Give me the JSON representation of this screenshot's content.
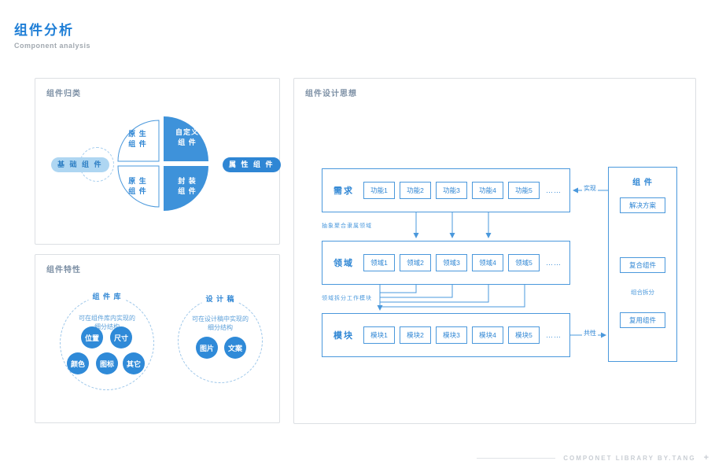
{
  "colors": {
    "primary_blue": "#2f86d4",
    "pie_fill": "#3e92da",
    "line_blue": "#4a98dc",
    "light_pill_bg": "#aed6f2",
    "panel_title_gray": "#7d90a5",
    "footer_gray": "#c9ced4"
  },
  "page": {
    "title": "组件分析",
    "subtitle": "Component analysis"
  },
  "classification": {
    "panel_title": "组件归类",
    "pie": {
      "top_left": "原 生\n组 件",
      "top_right": "自定义\n组 件",
      "bottom_left": "原 生\n组 件",
      "bottom_right": "封 装\n组 件"
    },
    "base_label": "基 础 组 件",
    "attr_label": "属 性 组 件"
  },
  "features": {
    "panel_title": "组件特性",
    "library": {
      "label": "组 件 库",
      "desc": "可在组件库内实现的\n细分结构",
      "chips": [
        "位置",
        "尺寸",
        "颜色",
        "图标",
        "其它"
      ]
    },
    "draft": {
      "label": "设 计 稿",
      "desc": "可在设计稿中实现的\n细分结构",
      "chips": [
        "图片",
        "文案"
      ]
    }
  },
  "design": {
    "panel_title": "组件设计思想",
    "rows": [
      {
        "label": "需求",
        "items": [
          "功能1",
          "功能2",
          "功能3",
          "功能4",
          "功能5"
        ],
        "ellipsis": "……"
      },
      {
        "label": "领域",
        "items": [
          "领域1",
          "领域2",
          "领域3",
          "领域4",
          "领域5"
        ],
        "ellipsis": "……"
      },
      {
        "label": "模块",
        "items": [
          "模块1",
          "模块2",
          "模块3",
          "模块4",
          "模块5"
        ],
        "ellipsis": "……"
      }
    ],
    "step1_label": "抽象聚合隶属领域",
    "step2_label": "领域拆分工作模块",
    "realize_label": "实现",
    "common_label": "共性",
    "component": {
      "title": "组 件",
      "solution": "解决方案",
      "composite": "复合组件",
      "split_label": "组合拆分",
      "reuse": "复用组件"
    }
  },
  "footer": {
    "text": "COMPONET LIBRARY BY.TANG",
    "plus_icon": "+"
  }
}
